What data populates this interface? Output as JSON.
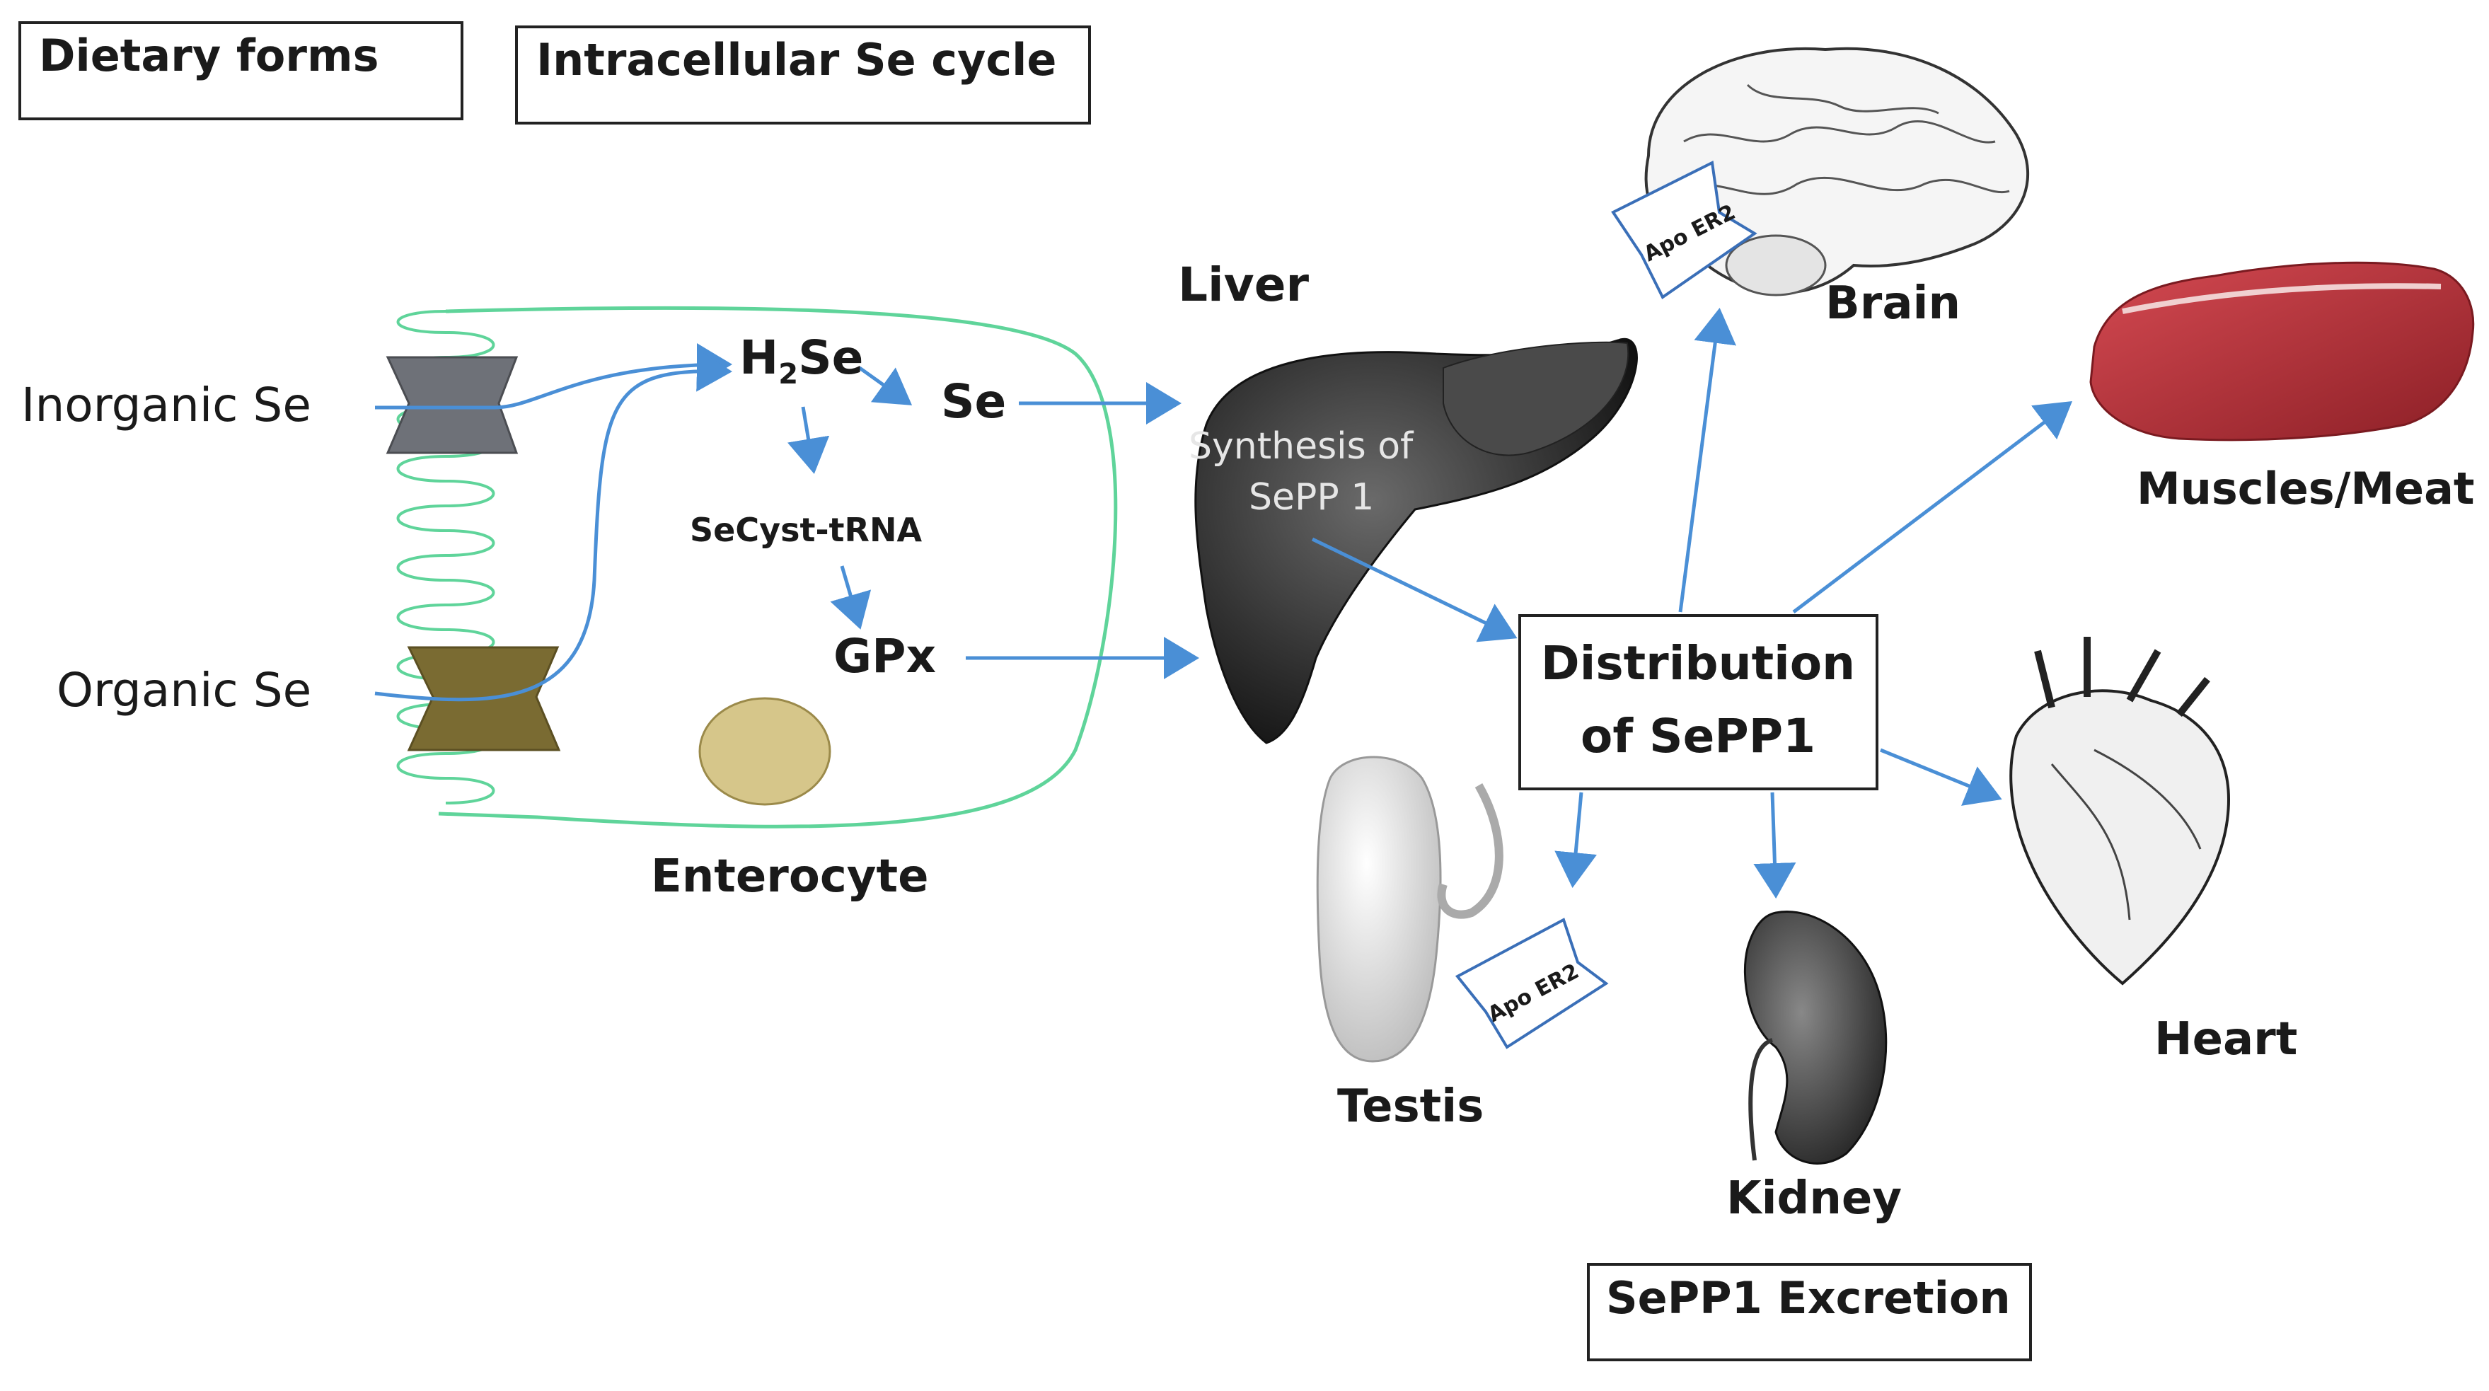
{
  "boxes": {
    "dietary_forms": "Dietary forms",
    "intracellular_cycle": "Intracellular Se cycle",
    "excretion": "SePP1 Excretion",
    "distribution_line1": "Distribution",
    "distribution_line2": "of SePP1"
  },
  "enterocyte": {
    "inorganic_se": "Inorganic Se",
    "organic_se": "Organic Se",
    "h2se_h": "H",
    "h2se_sub": "2",
    "h2se_se": "Se",
    "se": "Se",
    "secyst_trna": "SeCyst-tRNA",
    "gpx": "GPx",
    "label": "Enterocyte"
  },
  "liver": {
    "label": "Liver",
    "synthesis_line1": "Synthesis of",
    "synthesis_line2": "SePP 1"
  },
  "organs": {
    "brain": "Brain",
    "muscles": "Muscles/Meat",
    "heart": "Heart",
    "kidney": "Kidney",
    "testis": "Testis",
    "receptor_brain": "Apo ER2",
    "receptor_testis": "Apo ER2"
  },
  "colors": {
    "arrow": "#4a8fd6",
    "membrane": "#5fd49a",
    "inorganic_transporter": "#6e7178",
    "organic_transporter": "#7a6b32",
    "nucleus": "#d6c68a",
    "liver": "#3a3a3a",
    "meat": "#b8323a"
  }
}
